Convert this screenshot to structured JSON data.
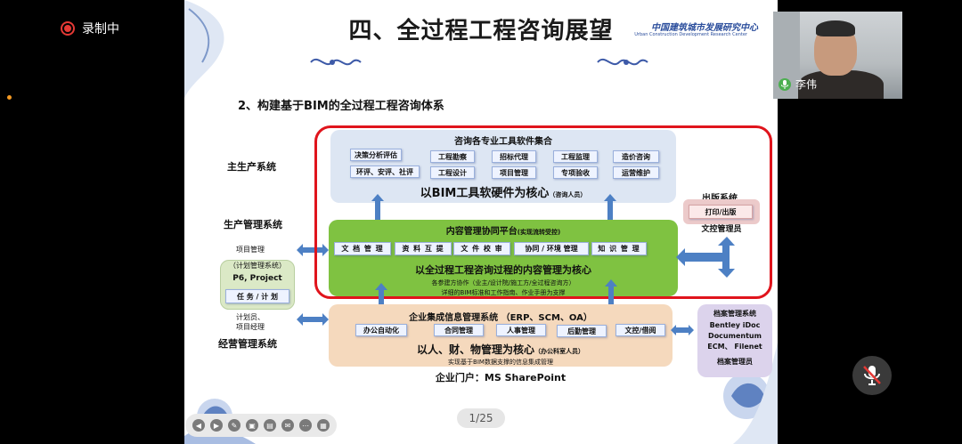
{
  "recording": {
    "label": "录制中"
  },
  "slide": {
    "title": "四、全过程工程咨询展望",
    "logo_text": "中国建筑城市发展研究中心",
    "logo_sub": "Urban Construction Development Research Center",
    "subtitle": "2、构建基于BIM的全过程工程咨询体系",
    "page_indicator": "1/25"
  },
  "left_labels": {
    "main_production": "主生产系统",
    "production_mgmt": "生产管理系统",
    "project_mgmt": "项目管理",
    "plan_mgmt": "（计划管理系统）",
    "p6": "P6, Project",
    "task_plan": "任 务 / 计 划",
    "planners": "计划员、",
    "pm": "项目经理",
    "operations": "经营管理系统"
  },
  "top_box": {
    "title": "咨询各专业工具软件集合",
    "row1": [
      "决策分析评估",
      "工程勘察",
      "招标代理",
      "工程监理",
      "造价咨询"
    ],
    "row2": [
      "环评、安评、社评",
      "工程设计",
      "项目管理",
      "专项验收",
      "运营维护"
    ],
    "core": "以BIM工具软硬件为核心",
    "core_note": "（咨询人员）"
  },
  "middle_box": {
    "title": "内容管理协同平台",
    "title_note": "(实现流转受控)",
    "items": [
      "文 档 管 理",
      "资 料 互 提",
      "文 件 校 审",
      "协同 / 环境 管理",
      "知 识 管 理"
    ],
    "core": "以全过程工程咨询过程的内容管理为核心",
    "note1": "各参建方协作（业主/设计院/施工方/全过程咨询方）",
    "note2": "详细的BIM标准和工作指南、作业手册为支撑"
  },
  "bottom_box": {
    "title": "企业集成信息管理系统 （ERP、SCM、OA）",
    "items": [
      "办公自动化",
      "合同管理",
      "人事管理",
      "后勤管理"
    ],
    "doc_borrow": "文控/借阅",
    "core": "以人、财、物管理为核心",
    "core_note": "（办公科室人员）",
    "note": "实现基于BIM数据支撑的信息集成管理"
  },
  "portal": "企业门户：MS SharePoint",
  "publish": {
    "title": "出版系统",
    "item": "打印/出版",
    "role": "文控管理员"
  },
  "archive": {
    "title": "档案管理系统",
    "line1": "Bentley iDoc",
    "line2": "Documentum",
    "line3": "ECM、 Filenet",
    "role": "档案管理员"
  },
  "webcam": {
    "name": "李伟"
  },
  "colors": {
    "red_frame": "#e0141c",
    "top_box": "#dde6f3",
    "middle_box": "#7fc241",
    "bottom_box": "#f5d9bd",
    "arrow": "#4d80c4"
  }
}
